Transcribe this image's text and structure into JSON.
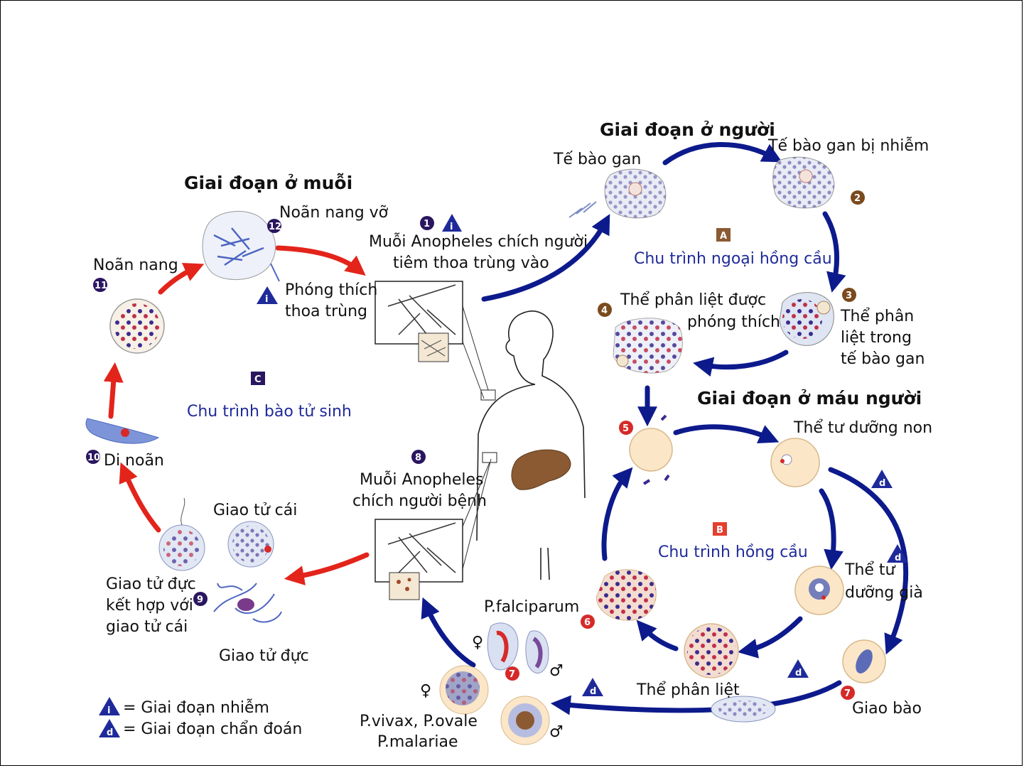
{
  "headings": {
    "human_stage": "Giai đoạn ở người",
    "mosquito_stage": "Giai đoạn ở muỗi",
    "blood_stage": "Giai đoạn ở máu người"
  },
  "cycles": {
    "A": {
      "badge": "A",
      "label": "Chu trình ngoại hồng cầu"
    },
    "B": {
      "badge": "B",
      "label": "Chu trình hồng cầu"
    },
    "C": {
      "badge": "C",
      "label": "Chu trình bào tử sinh"
    }
  },
  "labels": {
    "liver_cell": "Tế bào gan",
    "infected_liver_cell": "Tế bào gan bị nhiễm",
    "schizont_liver_1": "Thể phân",
    "schizont_liver_2": "liệt trong",
    "schizont_liver_3": "tế bào gan",
    "released_1": "Thể phân liệt được",
    "released_2": "phóng thích",
    "mosquito_bite_1": "Muỗi Anopheles chích người",
    "mosquito_bite_2": "tiêm thoa trùng vào",
    "oocyst_ruptured": "Noãn nang vỡ",
    "sporozoite_1": "Phóng thích",
    "sporozoite_2": "thoa trùng",
    "oocyst": "Noãn nang",
    "ookinete": "Di noãn",
    "young_trophozoite": "Thể tư dưỡng non",
    "mature_trophozoite_1": "Thể tư",
    "mature_trophozoite_2": "dưỡng già",
    "blood_schizont": "Thể phân liệt",
    "gametocyte": "Giao bào",
    "falciparum": "P.falciparum",
    "vivax_1": "P.vivax, P.ovale",
    "vivax_2": "P.malariae",
    "mosquito_feed_1": "Muỗi Anopheles",
    "mosquito_feed_2": "chích người bệnh",
    "female_gamete": "Giao tử cái",
    "male_gamete": "Giao tử đực",
    "fertilize_1": "Giao tử đực",
    "fertilize_2": "kết hợp với",
    "fertilize_3": "giao tử cái"
  },
  "numbers": [
    "1",
    "2",
    "3",
    "4",
    "5",
    "6",
    "7",
    "8",
    "9",
    "10",
    "11",
    "12"
  ],
  "stage_marks": {
    "infective": "i",
    "diagnostic": "d"
  },
  "legend": {
    "infective": "= Giai đoạn nhiễm",
    "diagnostic": "= Giai đoạn chẩn đoán"
  },
  "sex_symbols": {
    "female": "♀",
    "male": "♂"
  },
  "colors": {
    "arrow_blue": "#0d1a8c",
    "arrow_red": "#e3241b",
    "cycle_text": "#1f2a9a",
    "number_circle": "#2a1660",
    "number_circle_brown": "#7a4a1e",
    "number_circle_red": "#d62a2a",
    "liver": "#8b5a32",
    "cell_fill": "#fbe6c8",
    "parasite": "#3b2b8f"
  }
}
